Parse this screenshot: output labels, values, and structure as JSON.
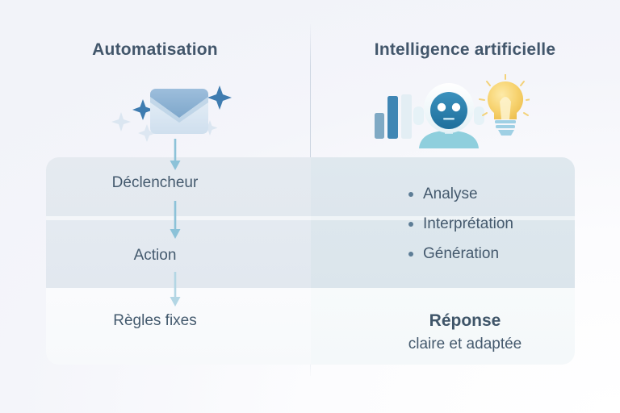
{
  "columns": {
    "left": {
      "title": "Automatisation",
      "icon": "envelope-sparkles-icon",
      "steps": [
        {
          "label": "Déclencheur"
        },
        {
          "label": "Action"
        },
        {
          "label": "Règles fixes"
        }
      ]
    },
    "right": {
      "title": "Intelligence artificielle",
      "icon": "robot-chart-lightbulb-icon",
      "items": [
        {
          "label": "Analyse"
        },
        {
          "label": "Interprétation"
        },
        {
          "label": "Génération"
        }
      ],
      "outcome": {
        "line1": "Réponse",
        "line2": "claire et adaptée"
      }
    }
  },
  "colors": {
    "background": "#f4f5fa",
    "title_text": "#42566b",
    "body_text": "#44596d",
    "divider": "#b0becf",
    "arrow": "#a8cfe0",
    "bullet": "#5d7d96",
    "band_left": "#e4eaf0",
    "band_right": "#dde7ee",
    "band_light": "#f8fafc",
    "envelope_dark": "#8fb4d4",
    "envelope_light": "#dce8f4",
    "robot_blue": "#2f7ca8",
    "robot_body": "#8fcfdd",
    "bulb_yellow": "#f6d36b"
  }
}
